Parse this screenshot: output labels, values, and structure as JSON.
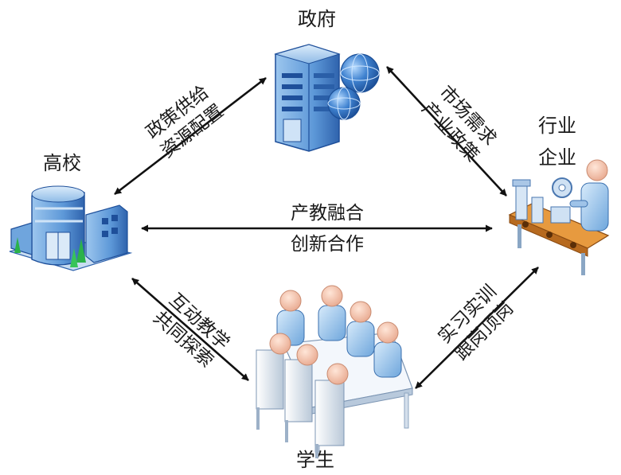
{
  "nodes": {
    "government": {
      "label": "政府"
    },
    "university": {
      "label": "高校"
    },
    "enterprise": {
      "label_line1": "行业",
      "label_line2": "企业"
    },
    "student": {
      "label": "学生"
    }
  },
  "edges": {
    "gov_university": {
      "line1": "政策供给",
      "line2": "资源配置"
    },
    "gov_enterprise": {
      "line1": "市场需求",
      "line2": "产业政策"
    },
    "university_enterprise": {
      "line1": "产教融合",
      "line2": "创新合作"
    },
    "university_student": {
      "line1": "互动教学",
      "line2": "共同探索"
    },
    "enterprise_student": {
      "line1": "实习实训",
      "line2": "跟岗顶岗"
    }
  },
  "colors": {
    "building_blue": "#3a78c4",
    "window_blue": "#1e4f9a",
    "globe_blue": "#2f6fc0",
    "green_tree": "#2bb24a",
    "orange_belt": "#d9822b",
    "skin": "#f2c7b0",
    "chair_white": "#e9eef5",
    "arrow": "#111111"
  }
}
